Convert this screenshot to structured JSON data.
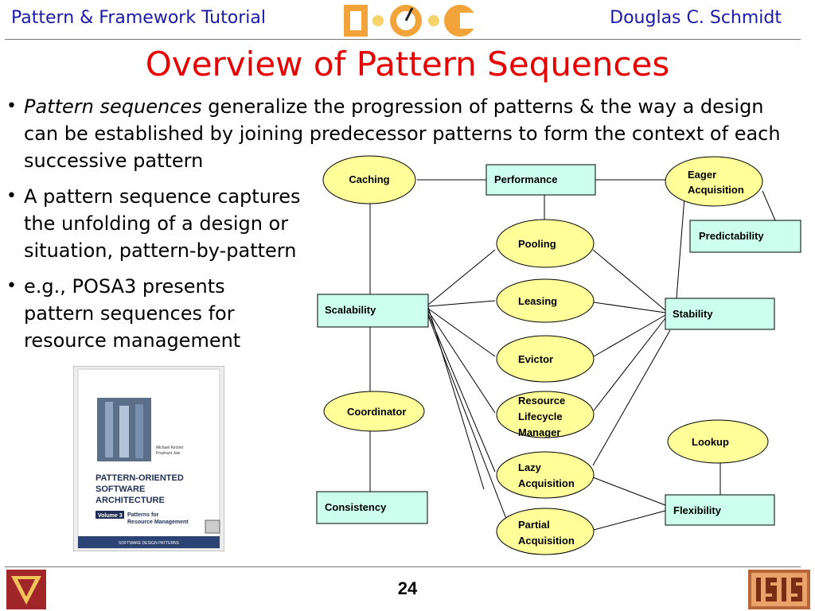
{
  "header": {
    "left_title": "Pattern & Framework Tutorial",
    "right_author": "Douglas C. Schmidt",
    "logo_text": "DOC"
  },
  "slide": {
    "title": "Overview of Pattern Sequences",
    "page_number": "24",
    "bullets": [
      {
        "emph": "Pattern sequences",
        "rest": " generalize the progression of patterns & the way a design can be established by joining predecessor patterns to form the context of each successive pattern"
      },
      {
        "text": "A pattern sequence captures the unfolding of a design or situation, pattern-by-pattern"
      },
      {
        "text": "e.g., POSA3 presents pattern sequences for resource management"
      }
    ]
  },
  "book": {
    "authors": [
      "Michael Kircher",
      "Prashant Jain"
    ],
    "title_lines": [
      "PATTERN-ORIENTED",
      "SOFTWARE",
      "ARCHITECTURE"
    ],
    "volume": "Volume 3",
    "subtitle_lines": [
      "Patterns for",
      "Resource Management"
    ],
    "series": "SOFTWARE DESIGN PATTERNS"
  },
  "diagram": {
    "nodes": {
      "caching": "Caching",
      "performance": "Performance",
      "eager_acquisition": [
        "Eager",
        "Acquisition"
      ],
      "predictability": "Predictability",
      "pooling": "Pooling",
      "scalability": "Scalability",
      "leasing": "Leasing",
      "stability": "Stability",
      "evictor": "Evictor",
      "coordinator": "Coordinator",
      "resource_lifecycle_manager": [
        "Resource",
        "Lifecycle",
        "Manager"
      ],
      "lookup": "Lookup",
      "lazy_acquisition": [
        "Lazy",
        "Acquisition"
      ],
      "consistency": "Consistency",
      "flexibility": "Flexibility",
      "partial_acquisition": [
        "Partial",
        "Acquisition"
      ]
    },
    "colors": {
      "pattern_fill": "#ffff99",
      "quality_fill": "#ccffee",
      "stroke": "#000000"
    }
  },
  "colors": {
    "title": "#e60000",
    "header_text": "#1a1aa8"
  }
}
